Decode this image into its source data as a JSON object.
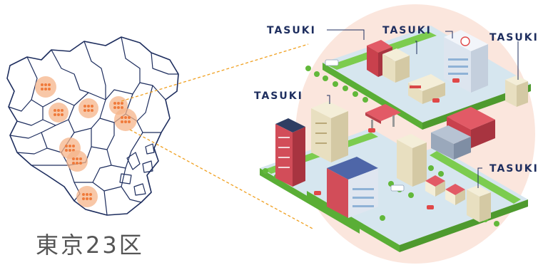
{
  "map": {
    "caption": "東京23区",
    "colors": {
      "outline": "#1d2d5e",
      "hotspot": "#f5b48a",
      "hotspot_dot": "#ef7a3b",
      "connector": "#f0a020"
    }
  },
  "city": {
    "brand_labels": [
      "TASUKI",
      "TASUKI",
      "TASUKI",
      "TASUKI",
      "TASUKI"
    ],
    "colors": {
      "backdrop": "#fbe6dd",
      "grass": "#7ccc4f",
      "road": "#d6e6ef",
      "brand_text": "#1d2d5e",
      "brand_accent": "#2f8fd8"
    }
  }
}
